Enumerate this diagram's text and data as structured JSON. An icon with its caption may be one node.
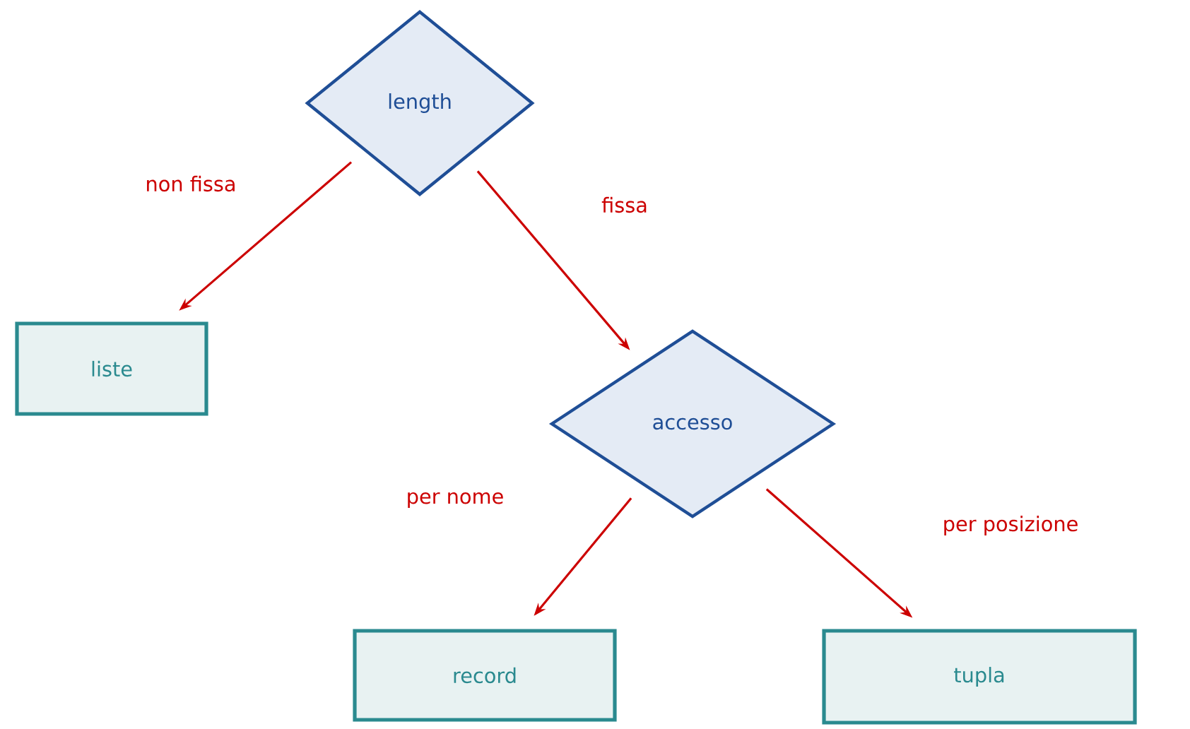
{
  "diagram": {
    "nodes": [
      {
        "text": [
          "length"
        ]
      },
      {
        "text": [
          "liste"
        ]
      },
      {
        "text": [
          "accesso"
        ]
      },
      {
        "text": [
          "record"
        ]
      },
      {
        "text": [
          "tupla"
        ]
      }
    ],
    "edges": [
      {
        "from": 0,
        "to": 1,
        "arrow": "to",
        "label": "non fissa"
      },
      {
        "from": 0,
        "to": 2,
        "arrow": "to",
        "label": "fissa"
      },
      {
        "from": 2,
        "to": 3,
        "arrow": "to",
        "label": "per nome"
      },
      {
        "from": 2,
        "to": 4,
        "arrow": "to",
        "label": "per posizione"
      }
    ]
  }
}
